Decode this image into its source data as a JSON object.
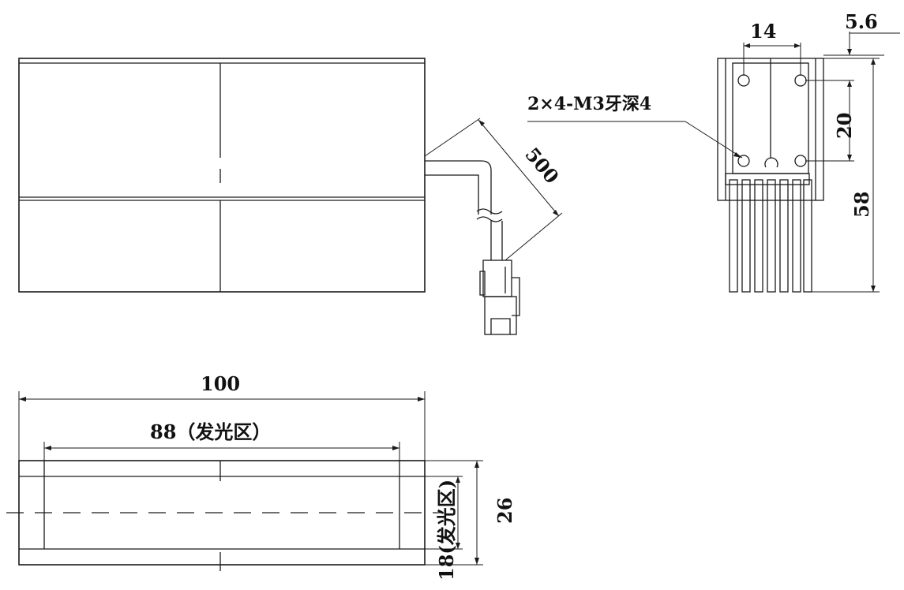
{
  "dimensions": {
    "cable_length": "500",
    "hole_spacing_h": "14",
    "offset": "5.6",
    "hole_spacing_v": "20",
    "height": "58",
    "length": "100",
    "emitting_length": "88（发光区）",
    "width": "26",
    "emitting_width": "18(发光区)"
  },
  "notes": {
    "thread_callout": "2×4-M3牙深4"
  }
}
